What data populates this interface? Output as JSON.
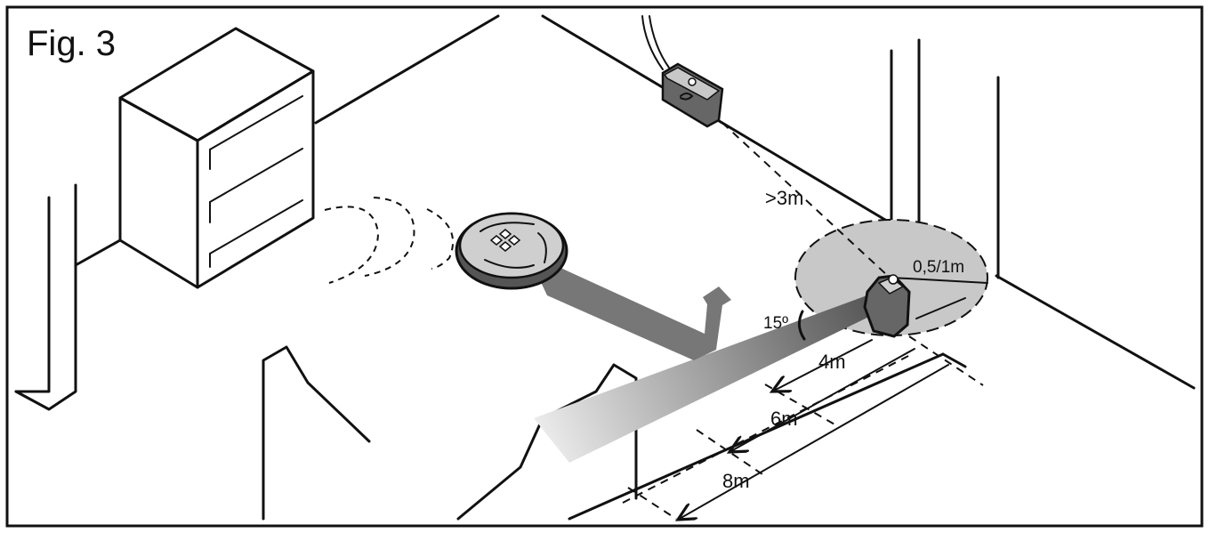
{
  "figure": {
    "title": "Fig. 3",
    "labels": {
      "distance_wall": ">3m",
      "radius": "0,5/1m",
      "angle": "15º",
      "range_near": "4m",
      "range_mid": "6m",
      "range_far": "8m"
    },
    "colors": {
      "ink": "#111111",
      "grey_zone": "#c8c8c8",
      "beam_dark": "#6e6e6e",
      "robot_fill": "#cfcfcf",
      "background": "#ffffff"
    },
    "icons": [
      "robot-vacuum-icon",
      "home-base-icon",
      "virtual-wall-beacon-icon"
    ]
  }
}
